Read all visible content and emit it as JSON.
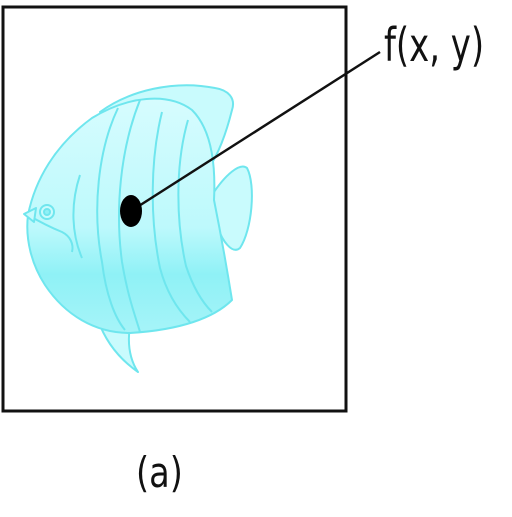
{
  "diagram": {
    "point_label": "f(x, y)",
    "caption": "(a)",
    "colors": {
      "frame": "#111111",
      "fish_fill": "#c9fbfd",
      "fish_deep": "#8ff1f6",
      "fish_stroke": "#6fe6ee",
      "point": "#000000"
    },
    "icon": "angelfish-image"
  }
}
